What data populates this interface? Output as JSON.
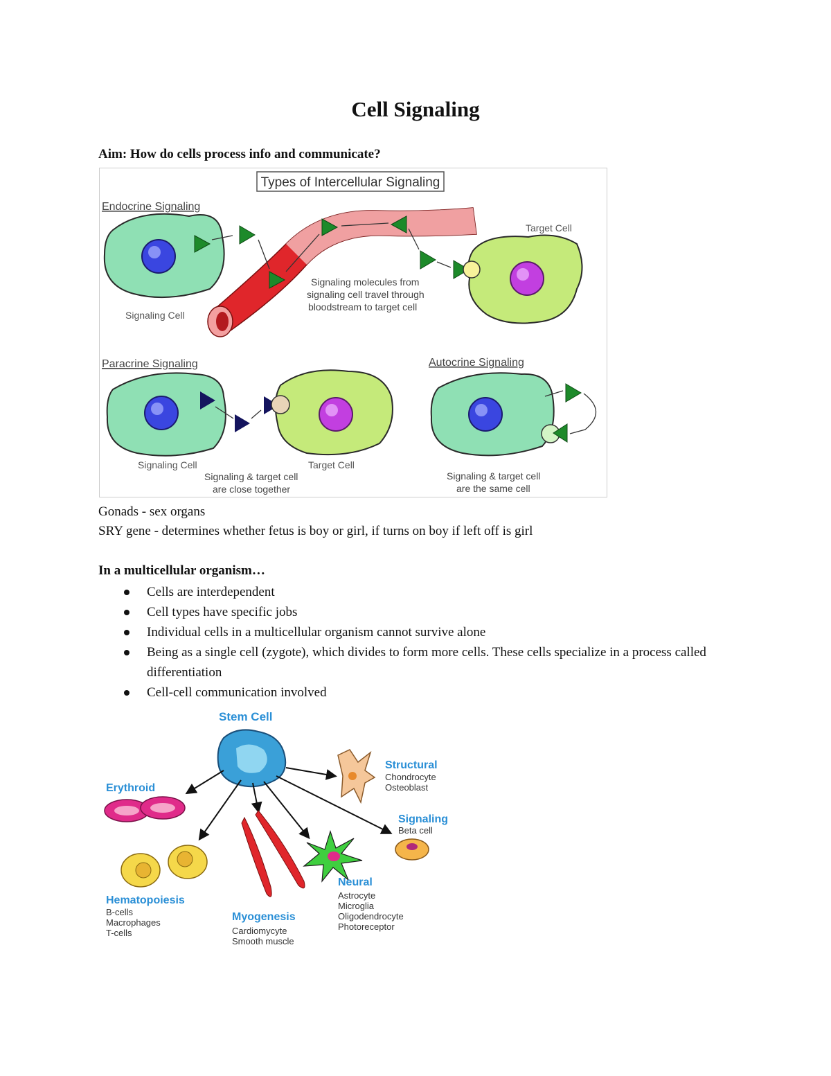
{
  "document": {
    "title": "Cell Signaling",
    "aim": "Aim: How do cells process info and communicate?",
    "definitions": [
      "Gonads - sex organs",
      "SRY gene - determines whether fetus is boy or girl, if turns on boy if left off is girl"
    ],
    "section_heading": "In a multicellular organism…",
    "bullets": [
      "Cells are interdependent",
      "Cell types have specific jobs",
      "Individual cells in a multicellular organism cannot survive alone",
      "Being as a single cell (zygote), which divides to form more cells. These cells specialize in a process called differentiation",
      "Cell-cell communication involved"
    ]
  },
  "figure1": {
    "title": "Types of Intercellular Signaling",
    "endocrine_label": "Endocrine Signaling",
    "target_cell_label": "Target Cell",
    "signaling_cell_label": "Signaling Cell",
    "molecule_note": [
      "Signaling molecules from",
      "signaling cell travel through",
      "bloodstream to target cell"
    ],
    "paracrine_label": "Paracrine Signaling",
    "paracrine_signaling_cell": "Signaling Cell",
    "paracrine_target_cell": "Target Cell",
    "paracrine_note": [
      "Signaling & target cell",
      "are close together"
    ],
    "autocrine_label": "Autocrine Signaling",
    "autocrine_note": [
      "Signaling & target cell",
      "are the same cell"
    ],
    "colors": {
      "cell_green": "#8fe0b4",
      "target_green": "#c5ea7a",
      "nucleus_blue": "#3a46e0",
      "nucleus_purple": "#c23fe0",
      "vessel_red": "#e0262b",
      "molecule_green": "#1d8a2a"
    }
  },
  "figure2": {
    "stem_cell": "Stem Cell",
    "erythroid": "Erythroid",
    "structural": "Structural",
    "structural_items": [
      "Chondrocyte",
      "Osteoblast"
    ],
    "signaling": "Signaling",
    "signaling_items": [
      "Beta cell"
    ],
    "hematopoiesis": "Hematopoiesis",
    "hematopoiesis_items": [
      "B-cells",
      "Macrophages",
      "T-cells"
    ],
    "myogenesis": "Myogenesis",
    "myogenesis_items": [
      "Cardiomycyte",
      "Smooth muscle"
    ],
    "neural": "Neural",
    "neural_items": [
      "Astrocyte",
      "Microglia",
      "Oligodendrocyte",
      "Photoreceptor"
    ],
    "colors": {
      "heading_blue": "#2a8fd6"
    }
  }
}
